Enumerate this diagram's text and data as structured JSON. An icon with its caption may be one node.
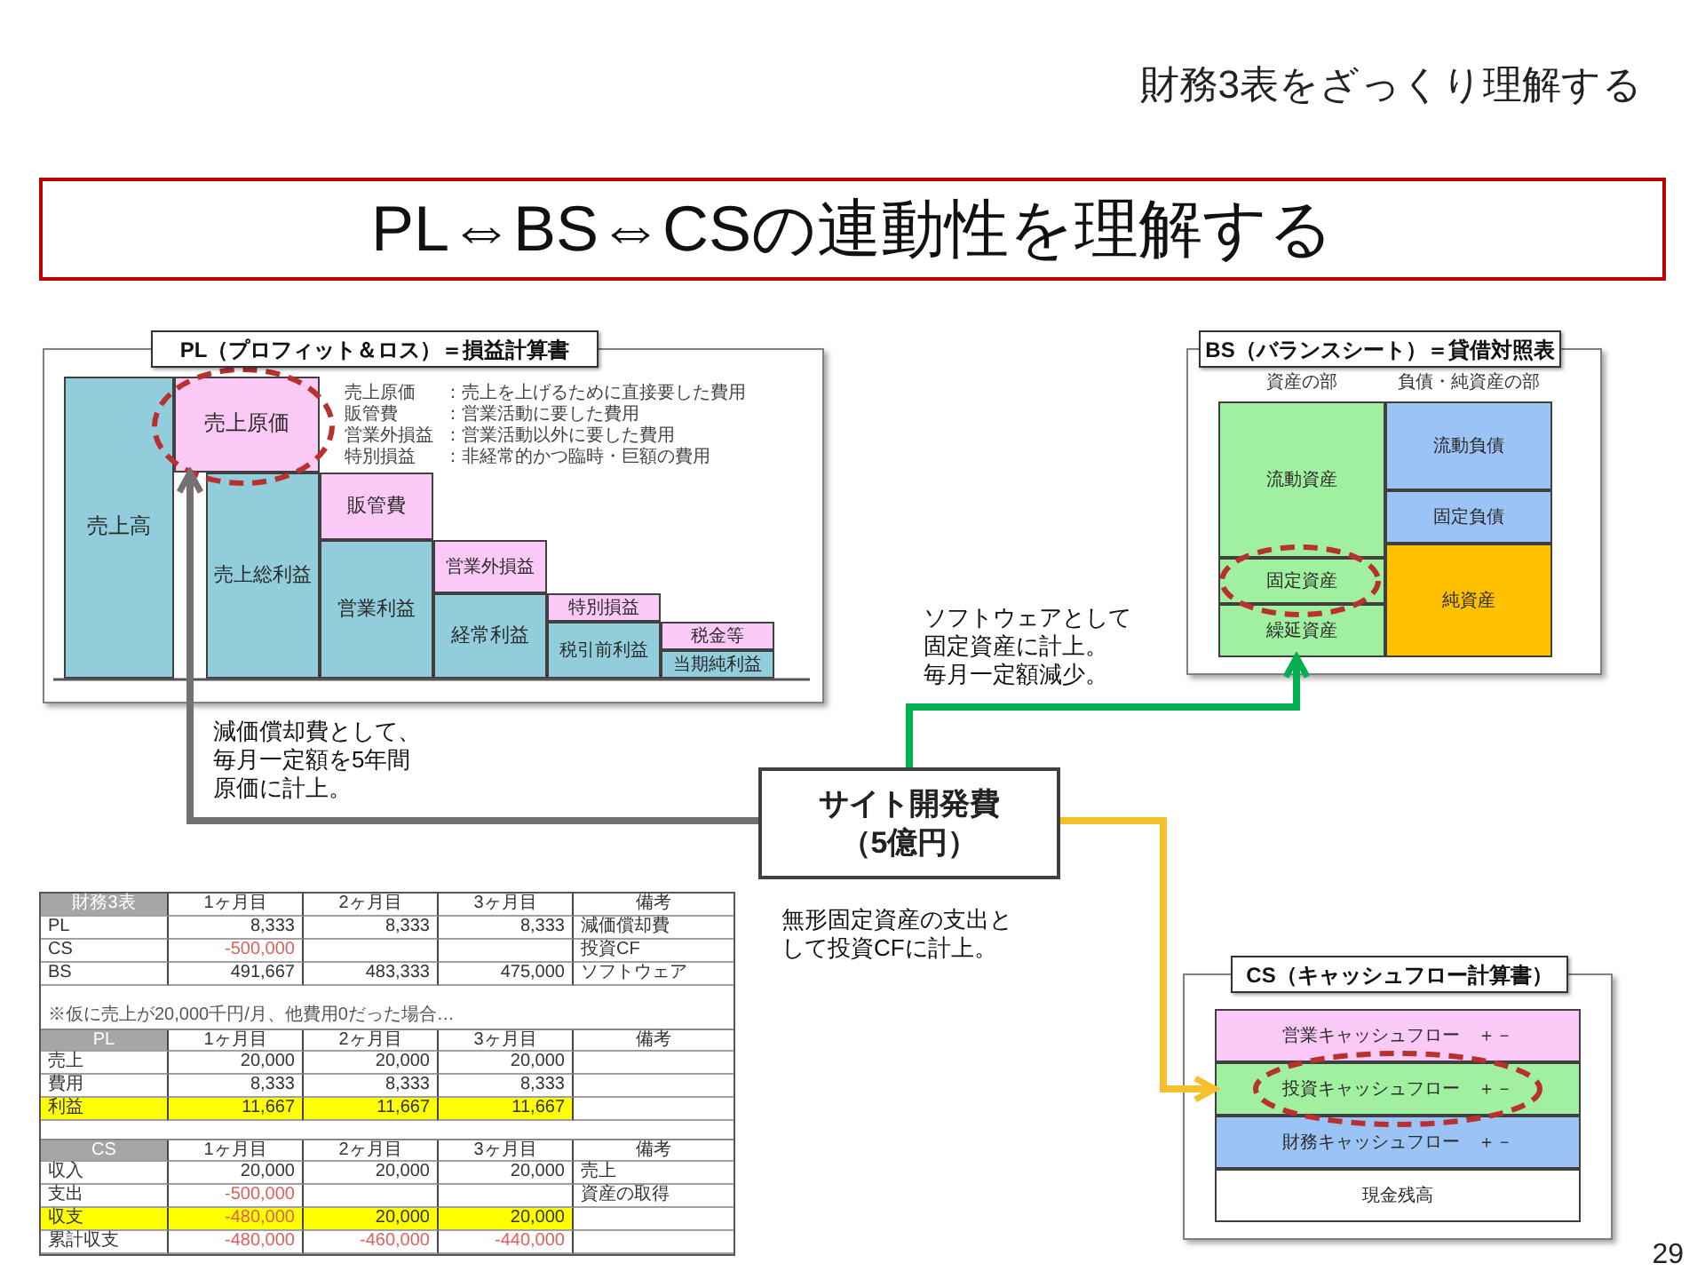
{
  "diagram": {
    "title": "PL⇔BS⇔CSの連動性を理解する",
    "nodes": [
      {
        "text": [
          "PL（プロフィット＆ロス）＝損益計算書"
        ]
      },
      {
        "text": [
          "売上高"
        ],
        "in": 0
      },
      {
        "text": [
          "売上原価"
        ],
        "in": 0
      },
      {
        "text": [
          "売上総利益"
        ],
        "in": 0
      },
      {
        "text": [
          "販管費"
        ],
        "in": 0
      },
      {
        "text": [
          "営業利益"
        ],
        "in": 0
      },
      {
        "text": [
          "営業外損益"
        ],
        "in": 0
      },
      {
        "text": [
          "経常利益"
        ],
        "in": 0
      },
      {
        "text": [
          "特別損益"
        ],
        "in": 0
      },
      {
        "text": [
          "税引前利益"
        ],
        "in": 0
      },
      {
        "text": [
          "税金等"
        ],
        "in": 0
      },
      {
        "text": [
          "当期純利益"
        ],
        "in": 0
      },
      {
        "text": [
          "BS（バランスシート）＝貸借対照表"
        ]
      },
      {
        "text": [
          "流動資産"
        ],
        "in": 12
      },
      {
        "text": [
          "固定資産"
        ],
        "in": 12
      },
      {
        "text": [
          "繰延資産"
        ],
        "in": 12
      },
      {
        "text": [
          "流動負債"
        ],
        "in": 12
      },
      {
        "text": [
          "固定負債"
        ],
        "in": 12
      },
      {
        "text": [
          "純資産"
        ],
        "in": 12
      },
      {
        "text": [
          "サイト開発費",
          "（5億円）"
        ]
      },
      {
        "text": [
          "CS（キャッシュフロー計算書）"
        ]
      },
      {
        "text": [
          "営業キャッシュフロー　＋－"
        ],
        "in": 20
      },
      {
        "text": [
          "投資キャッシュフロー　＋－"
        ],
        "in": 20
      },
      {
        "text": [
          "財務キャッシュフロー　＋－"
        ],
        "in": 20
      },
      {
        "text": [
          "現金残高"
        ],
        "in": 20
      }
    ],
    "edges": [
      {
        "from": 19,
        "to": 2,
        "arrow": "to",
        "label": "減価償却費として、毎月一定額を5年間原価に計上。",
        "color": "#767171"
      },
      {
        "from": 19,
        "to": 15,
        "arrow": "to",
        "label": "ソフトウェアとして固定資産に計上。毎月一定額減少。",
        "color": "#00b050"
      },
      {
        "from": 19,
        "to": 22,
        "arrow": "to",
        "label": "無形固定資産の支出として投資CFに計上。",
        "color": "#f4c02e"
      }
    ],
    "labels": [
      "財務3表をざっくり理解する",
      "売上原価",
      "：売上を上げるために直接要した費用",
      "販管費",
      "：営業活動に要した費用",
      "営業外損益",
      "：営業活動以外に要した費用",
      "特別損益",
      "：非経常的かつ臨時・巨額の費用",
      "資産の部",
      "負債・純資産の部",
      "財務3表",
      "1ヶ月目",
      "2ヶ月目",
      "3ヶ月目",
      "備考",
      "PL",
      "8,333",
      "8,333",
      "8,333",
      "減価償却費",
      "CS",
      "-500,000",
      "投資CF",
      "BS",
      "491,667",
      "483,333",
      "475,000",
      "ソフトウェア",
      "※仮に売上が20,000千円/月、他費用0だった場合…",
      "PL",
      "1ヶ月目",
      "2ヶ月目",
      "3ヶ月目",
      "備考",
      "売上",
      "20,000",
      "20,000",
      "20,000",
      "費用",
      "8,333",
      "8,333",
      "8,333",
      "利益",
      "11,667",
      "11,667",
      "11,667",
      "CS",
      "1ヶ月目",
      "2ヶ月目",
      "3ヶ月目",
      "備考",
      "収入",
      "20,000",
      "20,000",
      "20,000",
      "売上",
      "支出",
      "-500,000",
      "資産の取得",
      "収支",
      "-480,000",
      "20,000",
      "20,000",
      "累計収支",
      "-480,000",
      "-460,000",
      "-440,000",
      "29"
    ]
  }
}
